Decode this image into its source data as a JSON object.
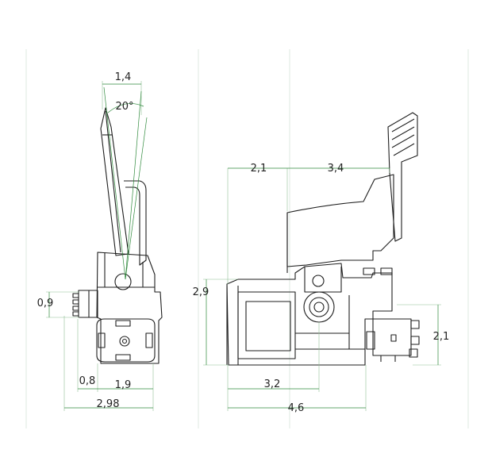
{
  "dimensions": {
    "top_width": "1,4",
    "angle": "20°",
    "side_height": "0,9",
    "left_offset": "0,8",
    "terminal_width": "1,9",
    "side_total_width": "2,98",
    "front_upper_left": "2,1",
    "front_upper_right": "3,4",
    "front_height": "2,9",
    "front_right_height": "2,1",
    "front_mid_width": "3,2",
    "front_total_width": "4,6"
  },
  "colors": {
    "outline": "#1e1e1e",
    "dimension": "#2f8a3c"
  }
}
